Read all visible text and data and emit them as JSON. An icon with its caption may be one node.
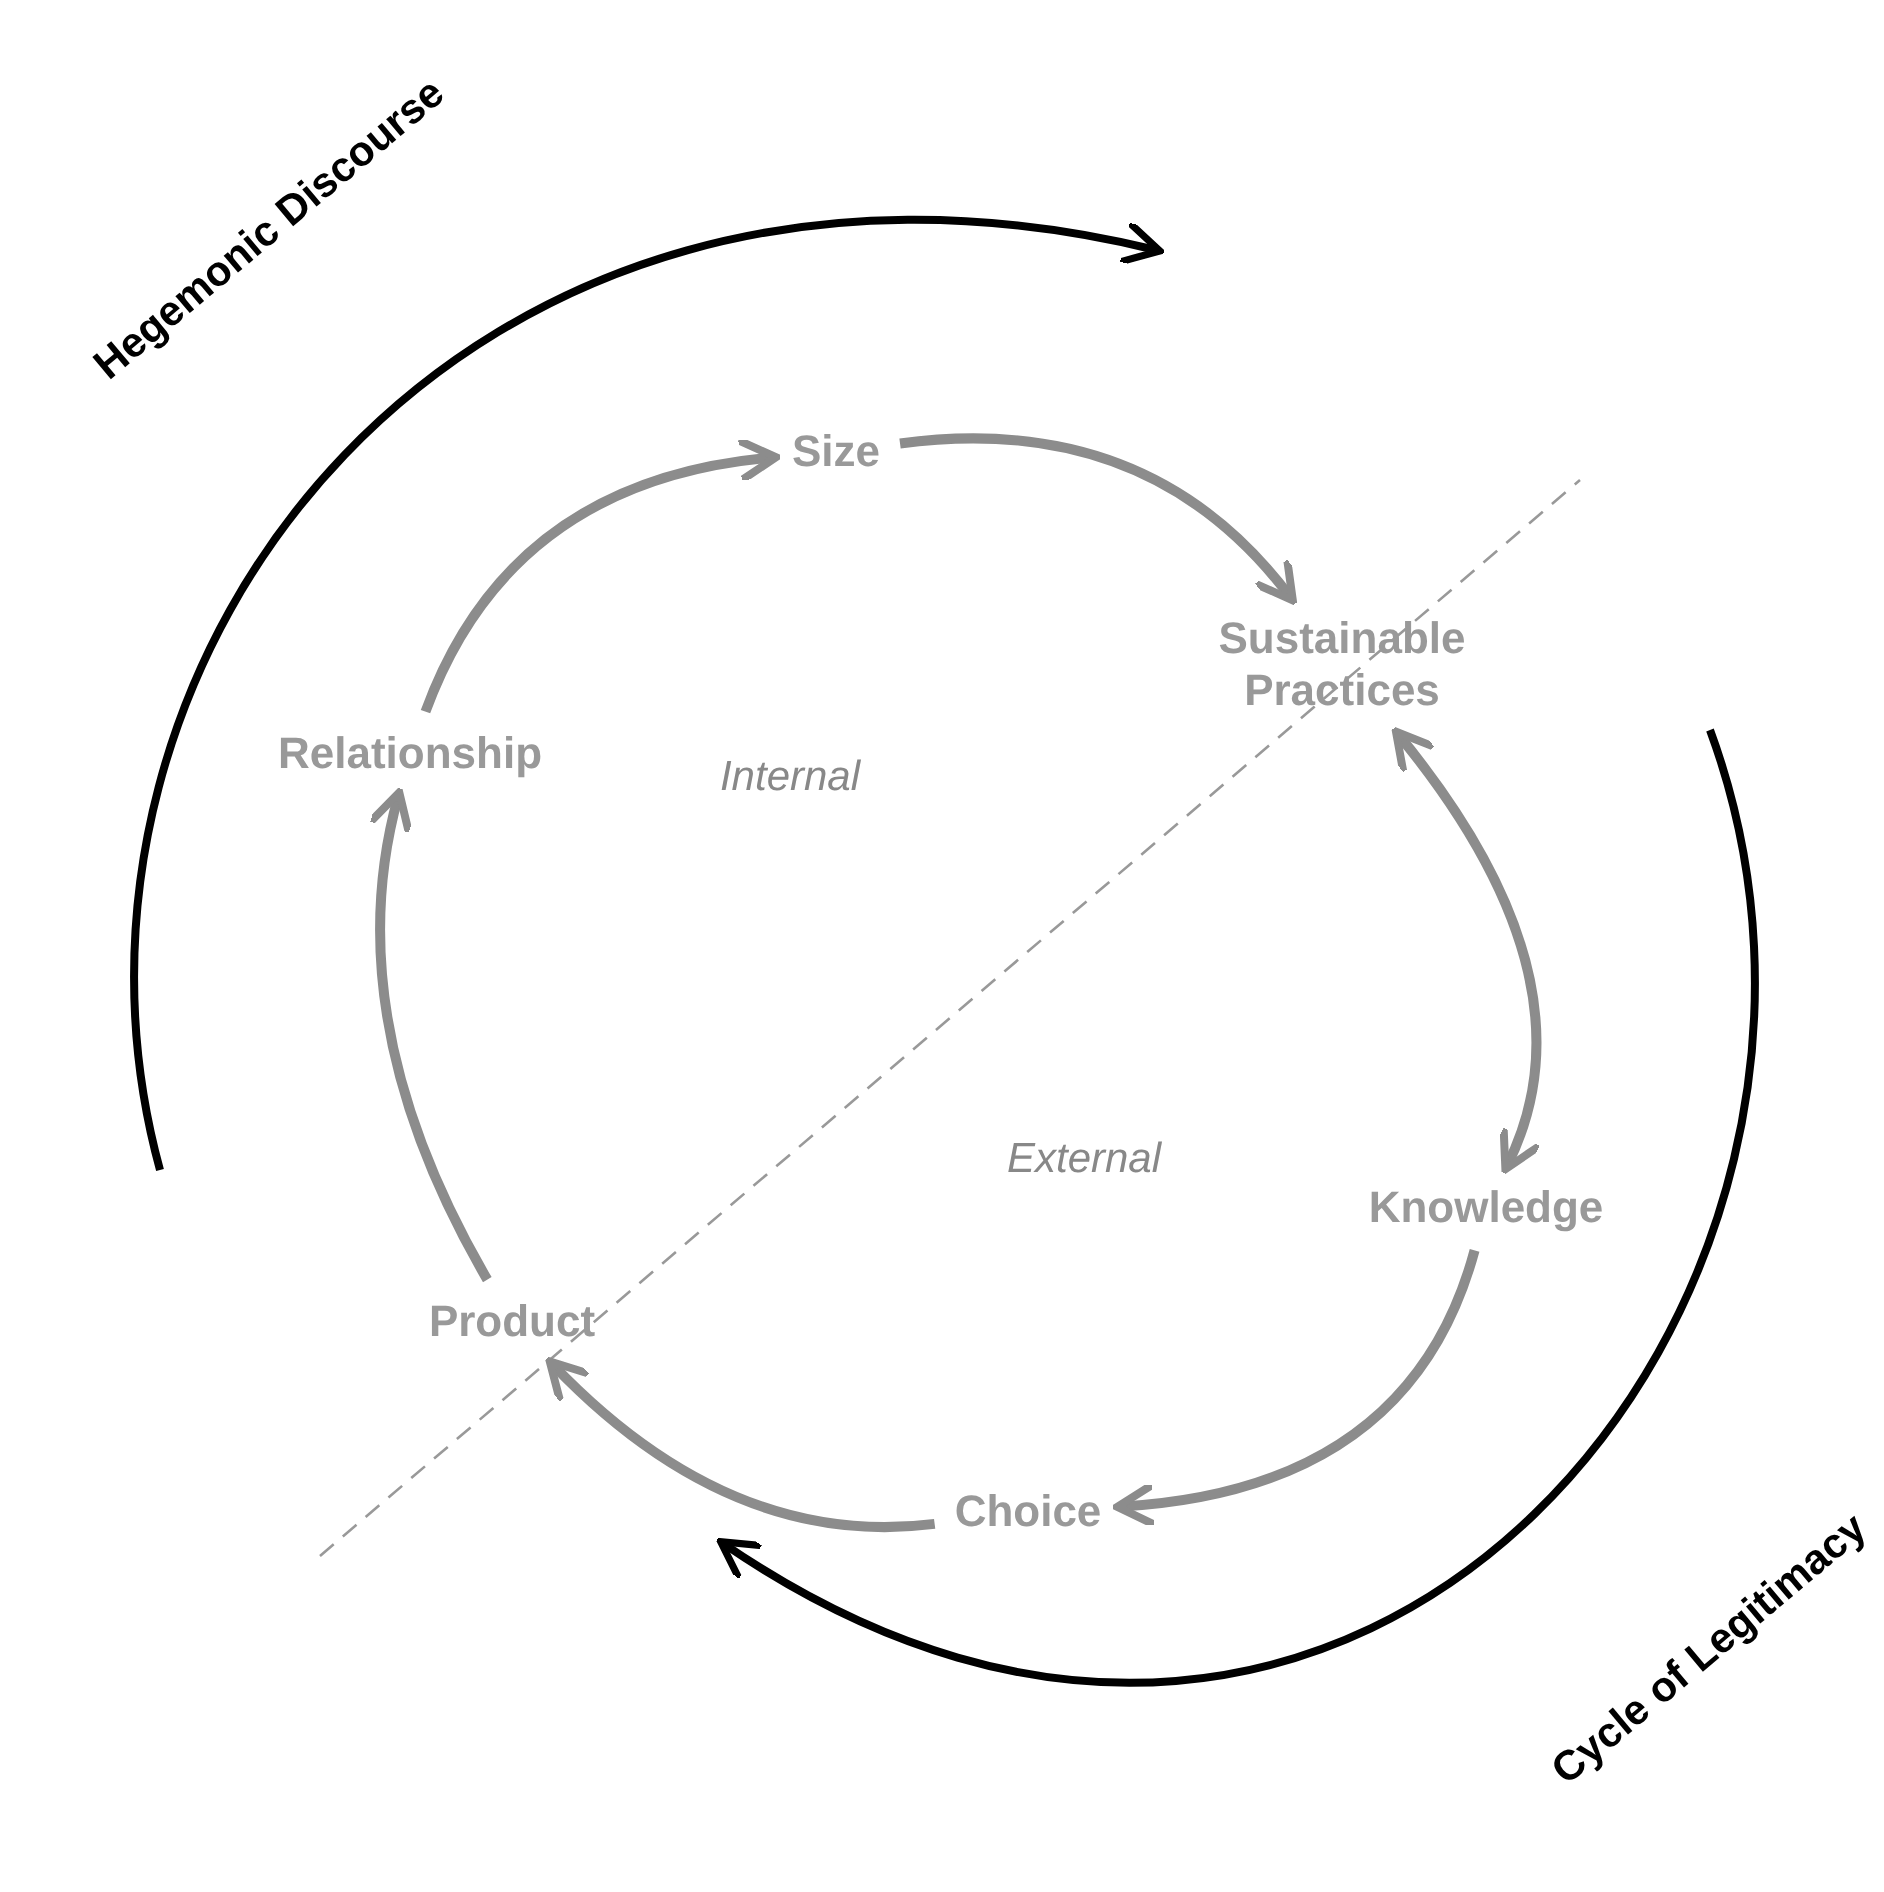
{
  "diagram": {
    "nodes": [
      {
        "text": [
          "Size"
        ]
      },
      {
        "text": [
          "Sustainable Practices"
        ]
      },
      {
        "text": [
          "Knowledge"
        ]
      },
      {
        "text": [
          "Choice"
        ]
      },
      {
        "text": [
          "Product"
        ]
      },
      {
        "text": [
          "Relationship"
        ]
      }
    ],
    "edges": [
      {
        "from": 0,
        "to": 1,
        "arrow": "to"
      },
      {
        "from": 1,
        "to": 2,
        "arrow": "both"
      },
      {
        "from": 2,
        "to": 3,
        "arrow": "to"
      },
      {
        "from": 3,
        "to": 4,
        "arrow": "to"
      },
      {
        "from": 4,
        "to": 5,
        "arrow": "to"
      },
      {
        "from": 5,
        "to": 0,
        "arrow": "to"
      }
    ],
    "labels": [
      "Hegemonic Discourse",
      "Internal",
      "External",
      "Cycle of Legitimacy"
    ]
  }
}
